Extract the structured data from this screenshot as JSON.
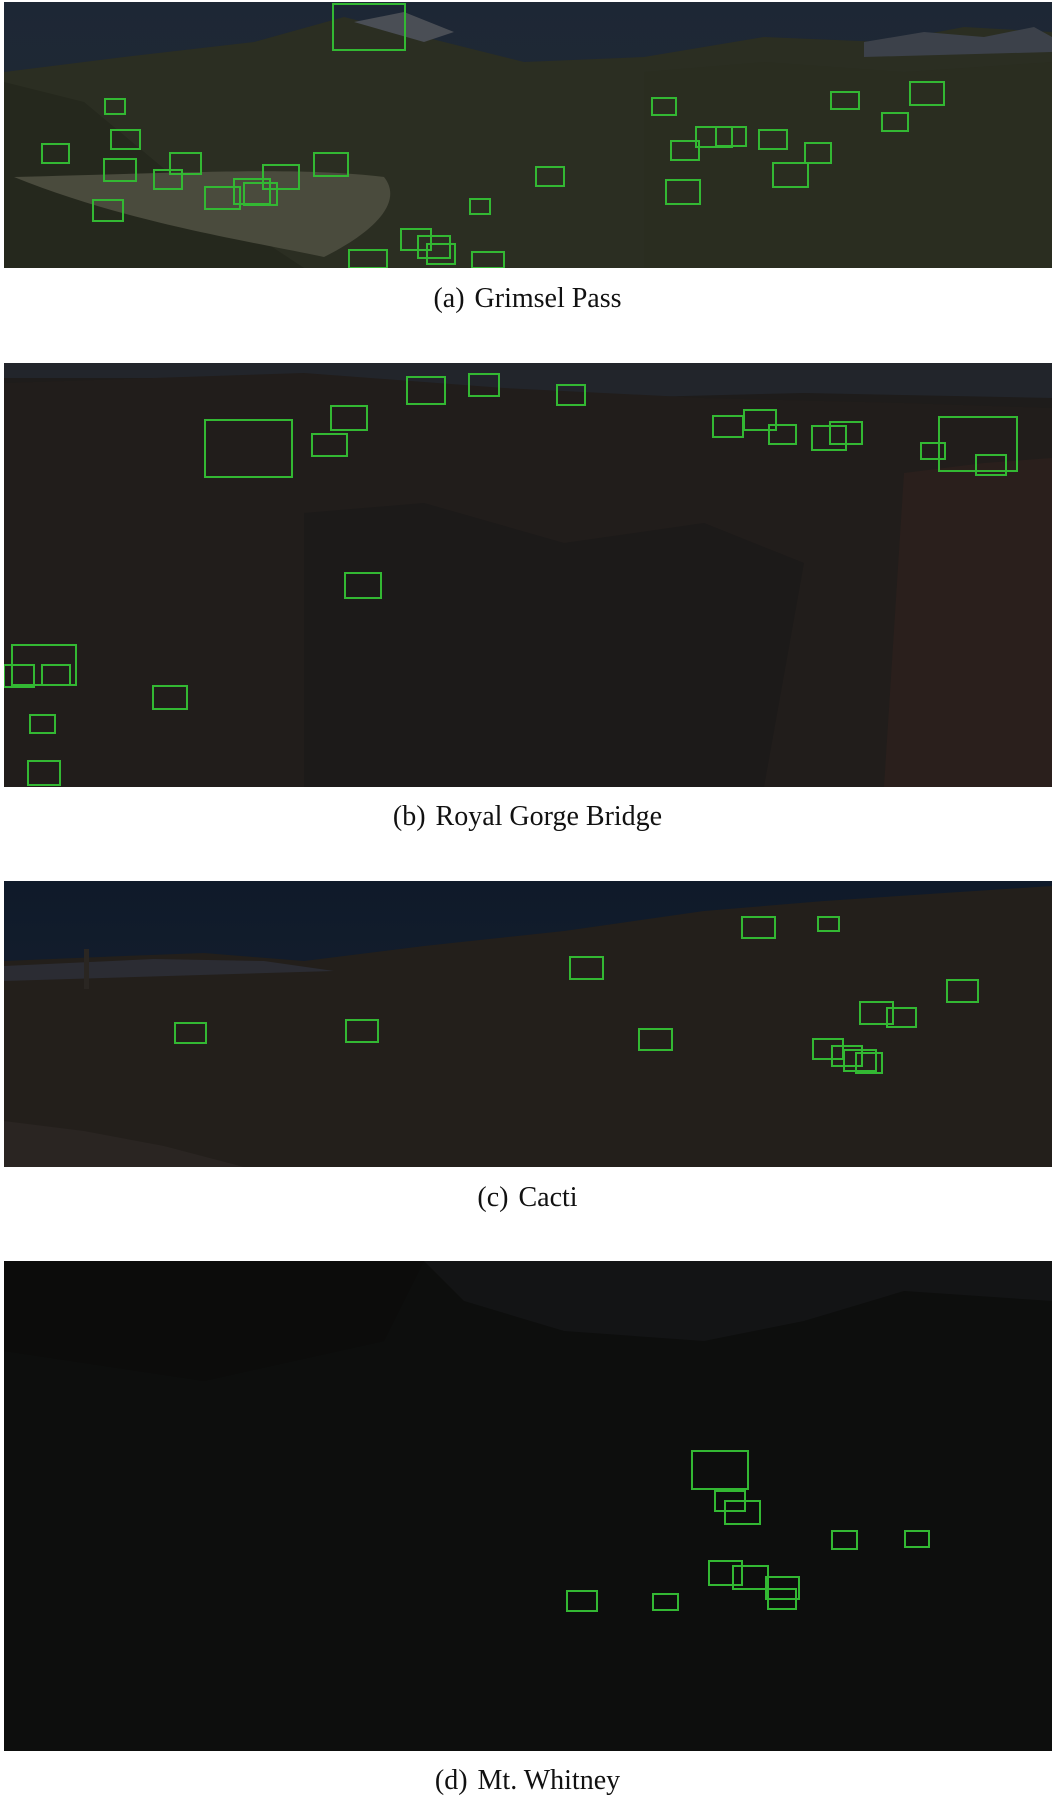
{
  "colors": {
    "detection_box": "#33b833",
    "caption_text": "#111111"
  },
  "figures": [
    {
      "id": "a",
      "label": "(a)",
      "caption": "Grimsel Pass"
    },
    {
      "id": "b",
      "label": "(b)",
      "caption": "Royal Gorge Bridge"
    },
    {
      "id": "c",
      "label": "(c)",
      "caption": "Cacti"
    },
    {
      "id": "d",
      "label": "(d)",
      "caption": "Mt. Whitney"
    }
  ]
}
